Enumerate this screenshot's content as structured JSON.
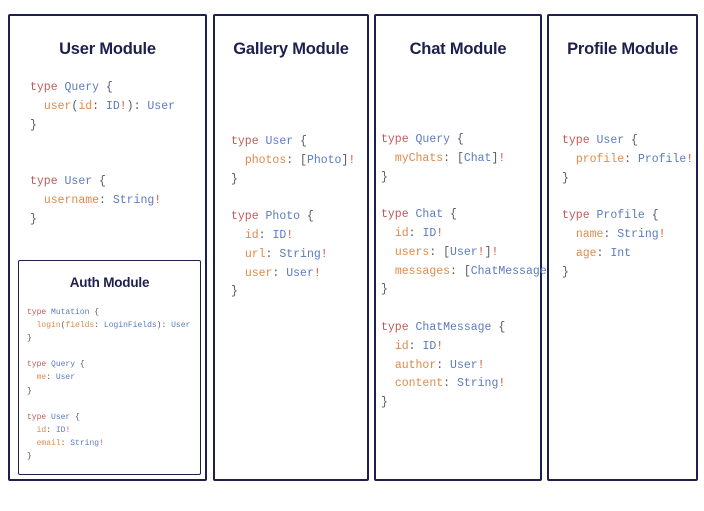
{
  "diagram": {
    "type": "graphql-schema-module-map",
    "background_color": "#ffffff",
    "panel_border_color": "#1d1f4e",
    "title_color": "#1d1f4e",
    "syntax_colors": {
      "keyword_type": "#c05b5b",
      "type_name": "#5b7bbf",
      "field_name": "#e08a4a",
      "punctuation": "#555a63",
      "non_null_bang": "#d3533f"
    },
    "modules": [
      {
        "id": "user",
        "title": "User Module",
        "code_lines": [
          [
            {
              "t": "type",
              "c": "keyword"
            },
            {
              "t": " ",
              "c": "plain"
            },
            {
              "t": "Query",
              "c": "typename"
            },
            {
              "t": " {",
              "c": "punct"
            }
          ],
          [
            {
              "t": "  ",
              "c": "plain"
            },
            {
              "t": "user",
              "c": "field"
            },
            {
              "t": "(",
              "c": "punct"
            },
            {
              "t": "id",
              "c": "field"
            },
            {
              "t": ": ",
              "c": "punct"
            },
            {
              "t": "ID",
              "c": "typename"
            },
            {
              "t": "!",
              "c": "bang"
            },
            {
              "t": ")",
              "c": "punct"
            },
            {
              "t": ": ",
              "c": "punct"
            },
            {
              "t": "User",
              "c": "typename"
            }
          ],
          [
            {
              "t": "}",
              "c": "punct"
            }
          ],
          [
            {
              "t": "",
              "c": "plain"
            }
          ],
          [
            {
              "t": "",
              "c": "plain"
            }
          ],
          [
            {
              "t": "type",
              "c": "keyword"
            },
            {
              "t": " ",
              "c": "plain"
            },
            {
              "t": "User",
              "c": "typename"
            },
            {
              "t": " {",
              "c": "punct"
            }
          ],
          [
            {
              "t": "  ",
              "c": "plain"
            },
            {
              "t": "username",
              "c": "field"
            },
            {
              "t": ": ",
              "c": "punct"
            },
            {
              "t": "String",
              "c": "typename"
            },
            {
              "t": "!",
              "c": "bang"
            }
          ],
          [
            {
              "t": "}",
              "c": "punct"
            }
          ]
        ],
        "subpanel": {
          "id": "auth",
          "title": "Auth Module",
          "code_lines": [
            [
              {
                "t": "type",
                "c": "keyword"
              },
              {
                "t": " ",
                "c": "plain"
              },
              {
                "t": "Mutation",
                "c": "typename"
              },
              {
                "t": " {",
                "c": "punct"
              }
            ],
            [
              {
                "t": "  ",
                "c": "plain"
              },
              {
                "t": "login",
                "c": "field"
              },
              {
                "t": "(",
                "c": "punct"
              },
              {
                "t": "fields",
                "c": "field"
              },
              {
                "t": ": ",
                "c": "punct"
              },
              {
                "t": "LoginFields",
                "c": "typename"
              },
              {
                "t": ")",
                "c": "punct"
              },
              {
                "t": ": ",
                "c": "punct"
              },
              {
                "t": "User",
                "c": "typename"
              }
            ],
            [
              {
                "t": "}",
                "c": "punct"
              }
            ],
            [
              {
                "t": "",
                "c": "plain"
              }
            ],
            [
              {
                "t": "type",
                "c": "keyword"
              },
              {
                "t": " ",
                "c": "plain"
              },
              {
                "t": "Query",
                "c": "typename"
              },
              {
                "t": " {",
                "c": "punct"
              }
            ],
            [
              {
                "t": "  ",
                "c": "plain"
              },
              {
                "t": "me",
                "c": "field"
              },
              {
                "t": ": ",
                "c": "punct"
              },
              {
                "t": "User",
                "c": "typename"
              }
            ],
            [
              {
                "t": "}",
                "c": "punct"
              }
            ],
            [
              {
                "t": "",
                "c": "plain"
              }
            ],
            [
              {
                "t": "type",
                "c": "keyword"
              },
              {
                "t": " ",
                "c": "plain"
              },
              {
                "t": "User",
                "c": "typename"
              },
              {
                "t": " {",
                "c": "punct"
              }
            ],
            [
              {
                "t": "  ",
                "c": "plain"
              },
              {
                "t": "id",
                "c": "field"
              },
              {
                "t": ": ",
                "c": "punct"
              },
              {
                "t": "ID",
                "c": "typename"
              },
              {
                "t": "!",
                "c": "bang"
              }
            ],
            [
              {
                "t": "  ",
                "c": "plain"
              },
              {
                "t": "email",
                "c": "field"
              },
              {
                "t": ": ",
                "c": "punct"
              },
              {
                "t": "String",
                "c": "typename"
              },
              {
                "t": "!",
                "c": "bang"
              }
            ],
            [
              {
                "t": "}",
                "c": "punct"
              }
            ]
          ]
        }
      },
      {
        "id": "gallery",
        "title": "Gallery Module",
        "code_lines": [
          [
            {
              "t": "type",
              "c": "keyword"
            },
            {
              "t": " ",
              "c": "plain"
            },
            {
              "t": "User",
              "c": "typename"
            },
            {
              "t": " {",
              "c": "punct"
            }
          ],
          [
            {
              "t": "  ",
              "c": "plain"
            },
            {
              "t": "photos",
              "c": "field"
            },
            {
              "t": ": ",
              "c": "punct"
            },
            {
              "t": "[",
              "c": "punct"
            },
            {
              "t": "Photo",
              "c": "typename"
            },
            {
              "t": "]",
              "c": "punct"
            },
            {
              "t": "!",
              "c": "bang"
            }
          ],
          [
            {
              "t": "}",
              "c": "punct"
            }
          ],
          [
            {
              "t": "",
              "c": "plain"
            }
          ],
          [
            {
              "t": "type",
              "c": "keyword"
            },
            {
              "t": " ",
              "c": "plain"
            },
            {
              "t": "Photo",
              "c": "typename"
            },
            {
              "t": " {",
              "c": "punct"
            }
          ],
          [
            {
              "t": "  ",
              "c": "plain"
            },
            {
              "t": "id",
              "c": "field"
            },
            {
              "t": ": ",
              "c": "punct"
            },
            {
              "t": "ID",
              "c": "typename"
            },
            {
              "t": "!",
              "c": "bang"
            }
          ],
          [
            {
              "t": "  ",
              "c": "plain"
            },
            {
              "t": "url",
              "c": "field"
            },
            {
              "t": ": ",
              "c": "punct"
            },
            {
              "t": "String",
              "c": "typename"
            },
            {
              "t": "!",
              "c": "bang"
            }
          ],
          [
            {
              "t": "  ",
              "c": "plain"
            },
            {
              "t": "user",
              "c": "field"
            },
            {
              "t": ": ",
              "c": "punct"
            },
            {
              "t": "User",
              "c": "typename"
            },
            {
              "t": "!",
              "c": "bang"
            }
          ],
          [
            {
              "t": "}",
              "c": "punct"
            }
          ]
        ]
      },
      {
        "id": "chat",
        "title": "Chat Module",
        "code_lines": [
          [
            {
              "t": "type",
              "c": "keyword"
            },
            {
              "t": " ",
              "c": "plain"
            },
            {
              "t": "Query",
              "c": "typename"
            },
            {
              "t": " {",
              "c": "punct"
            }
          ],
          [
            {
              "t": "  ",
              "c": "plain"
            },
            {
              "t": "myChats",
              "c": "field"
            },
            {
              "t": ": ",
              "c": "punct"
            },
            {
              "t": "[",
              "c": "punct"
            },
            {
              "t": "Chat",
              "c": "typename"
            },
            {
              "t": "]",
              "c": "punct"
            },
            {
              "t": "!",
              "c": "bang"
            }
          ],
          [
            {
              "t": "}",
              "c": "punct"
            }
          ],
          [
            {
              "t": "",
              "c": "plain"
            }
          ],
          [
            {
              "t": "type",
              "c": "keyword"
            },
            {
              "t": " ",
              "c": "plain"
            },
            {
              "t": "Chat",
              "c": "typename"
            },
            {
              "t": " {",
              "c": "punct"
            }
          ],
          [
            {
              "t": "  ",
              "c": "plain"
            },
            {
              "t": "id",
              "c": "field"
            },
            {
              "t": ": ",
              "c": "punct"
            },
            {
              "t": "ID",
              "c": "typename"
            },
            {
              "t": "!",
              "c": "bang"
            }
          ],
          [
            {
              "t": "  ",
              "c": "plain"
            },
            {
              "t": "users",
              "c": "field"
            },
            {
              "t": ": ",
              "c": "punct"
            },
            {
              "t": "[",
              "c": "punct"
            },
            {
              "t": "User",
              "c": "typename"
            },
            {
              "t": "!",
              "c": "bang"
            },
            {
              "t": "]",
              "c": "punct"
            },
            {
              "t": "!",
              "c": "bang"
            }
          ],
          [
            {
              "t": "  ",
              "c": "plain"
            },
            {
              "t": "messages",
              "c": "field"
            },
            {
              "t": ": ",
              "c": "punct"
            },
            {
              "t": "[",
              "c": "punct"
            },
            {
              "t": "ChatMessage",
              "c": "typename"
            },
            {
              "t": "]",
              "c": "punct"
            },
            {
              "t": "!",
              "c": "bang"
            }
          ],
          [
            {
              "t": "}",
              "c": "punct"
            }
          ],
          [
            {
              "t": "",
              "c": "plain"
            }
          ],
          [
            {
              "t": "type",
              "c": "keyword"
            },
            {
              "t": " ",
              "c": "plain"
            },
            {
              "t": "ChatMessage",
              "c": "typename"
            },
            {
              "t": " {",
              "c": "punct"
            }
          ],
          [
            {
              "t": "  ",
              "c": "plain"
            },
            {
              "t": "id",
              "c": "field"
            },
            {
              "t": ": ",
              "c": "punct"
            },
            {
              "t": "ID",
              "c": "typename"
            },
            {
              "t": "!",
              "c": "bang"
            }
          ],
          [
            {
              "t": "  ",
              "c": "plain"
            },
            {
              "t": "author",
              "c": "field"
            },
            {
              "t": ": ",
              "c": "punct"
            },
            {
              "t": "User",
              "c": "typename"
            },
            {
              "t": "!",
              "c": "bang"
            }
          ],
          [
            {
              "t": "  ",
              "c": "plain"
            },
            {
              "t": "content",
              "c": "field"
            },
            {
              "t": ": ",
              "c": "punct"
            },
            {
              "t": "String",
              "c": "typename"
            },
            {
              "t": "!",
              "c": "bang"
            }
          ],
          [
            {
              "t": "}",
              "c": "punct"
            }
          ]
        ]
      },
      {
        "id": "profile",
        "title": "Profile Module",
        "code_lines": [
          [
            {
              "t": "type",
              "c": "keyword"
            },
            {
              "t": " ",
              "c": "plain"
            },
            {
              "t": "User",
              "c": "typename"
            },
            {
              "t": " {",
              "c": "punct"
            }
          ],
          [
            {
              "t": "  ",
              "c": "plain"
            },
            {
              "t": "profile",
              "c": "field"
            },
            {
              "t": ": ",
              "c": "punct"
            },
            {
              "t": "Profile",
              "c": "typename"
            },
            {
              "t": "!",
              "c": "bang"
            }
          ],
          [
            {
              "t": "}",
              "c": "punct"
            }
          ],
          [
            {
              "t": "",
              "c": "plain"
            }
          ],
          [
            {
              "t": "type",
              "c": "keyword"
            },
            {
              "t": " ",
              "c": "plain"
            },
            {
              "t": "Profile",
              "c": "typename"
            },
            {
              "t": " {",
              "c": "punct"
            }
          ],
          [
            {
              "t": "  ",
              "c": "plain"
            },
            {
              "t": "name",
              "c": "field"
            },
            {
              "t": ": ",
              "c": "punct"
            },
            {
              "t": "String",
              "c": "typename"
            },
            {
              "t": "!",
              "c": "bang"
            }
          ],
          [
            {
              "t": "  ",
              "c": "plain"
            },
            {
              "t": "age",
              "c": "field"
            },
            {
              "t": ": ",
              "c": "punct"
            },
            {
              "t": "Int",
              "c": "typename"
            }
          ],
          [
            {
              "t": "}",
              "c": "punct"
            }
          ]
        ]
      }
    ]
  }
}
